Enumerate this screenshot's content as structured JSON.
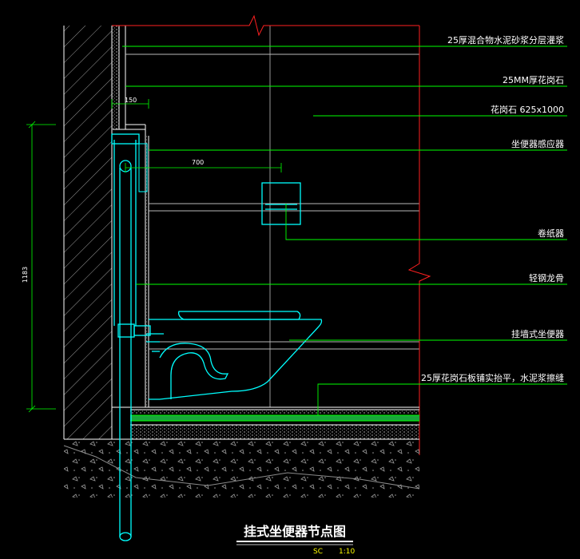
{
  "labels": {
    "l1": "25厚混合物水泥砂浆分层灌浆",
    "l2": "25MM厚花岗石",
    "l3": "花岗石 625x1000",
    "l4": "坐便器感应器",
    "l5": "卷纸器",
    "l6": "轻钢龙骨",
    "l7": "挂墙式坐便器",
    "l8": "25厚花岗石板铺实抬平，水泥浆擦缝"
  },
  "dimensions": {
    "d150": "150",
    "d700": "700",
    "d1183": "1183"
  },
  "title": {
    "text": "挂式坐便器节点图",
    "scale_code": "SC",
    "scale_ratio": "1:10"
  },
  "colors": {
    "background": "#000000",
    "wall": "#ffffff",
    "leader": "#00ff00",
    "pipe": "#00ffff",
    "hatch": "#b0b0b0",
    "breakline": "#ff2020",
    "title": "#ffffff",
    "scale": "#ffff00"
  }
}
